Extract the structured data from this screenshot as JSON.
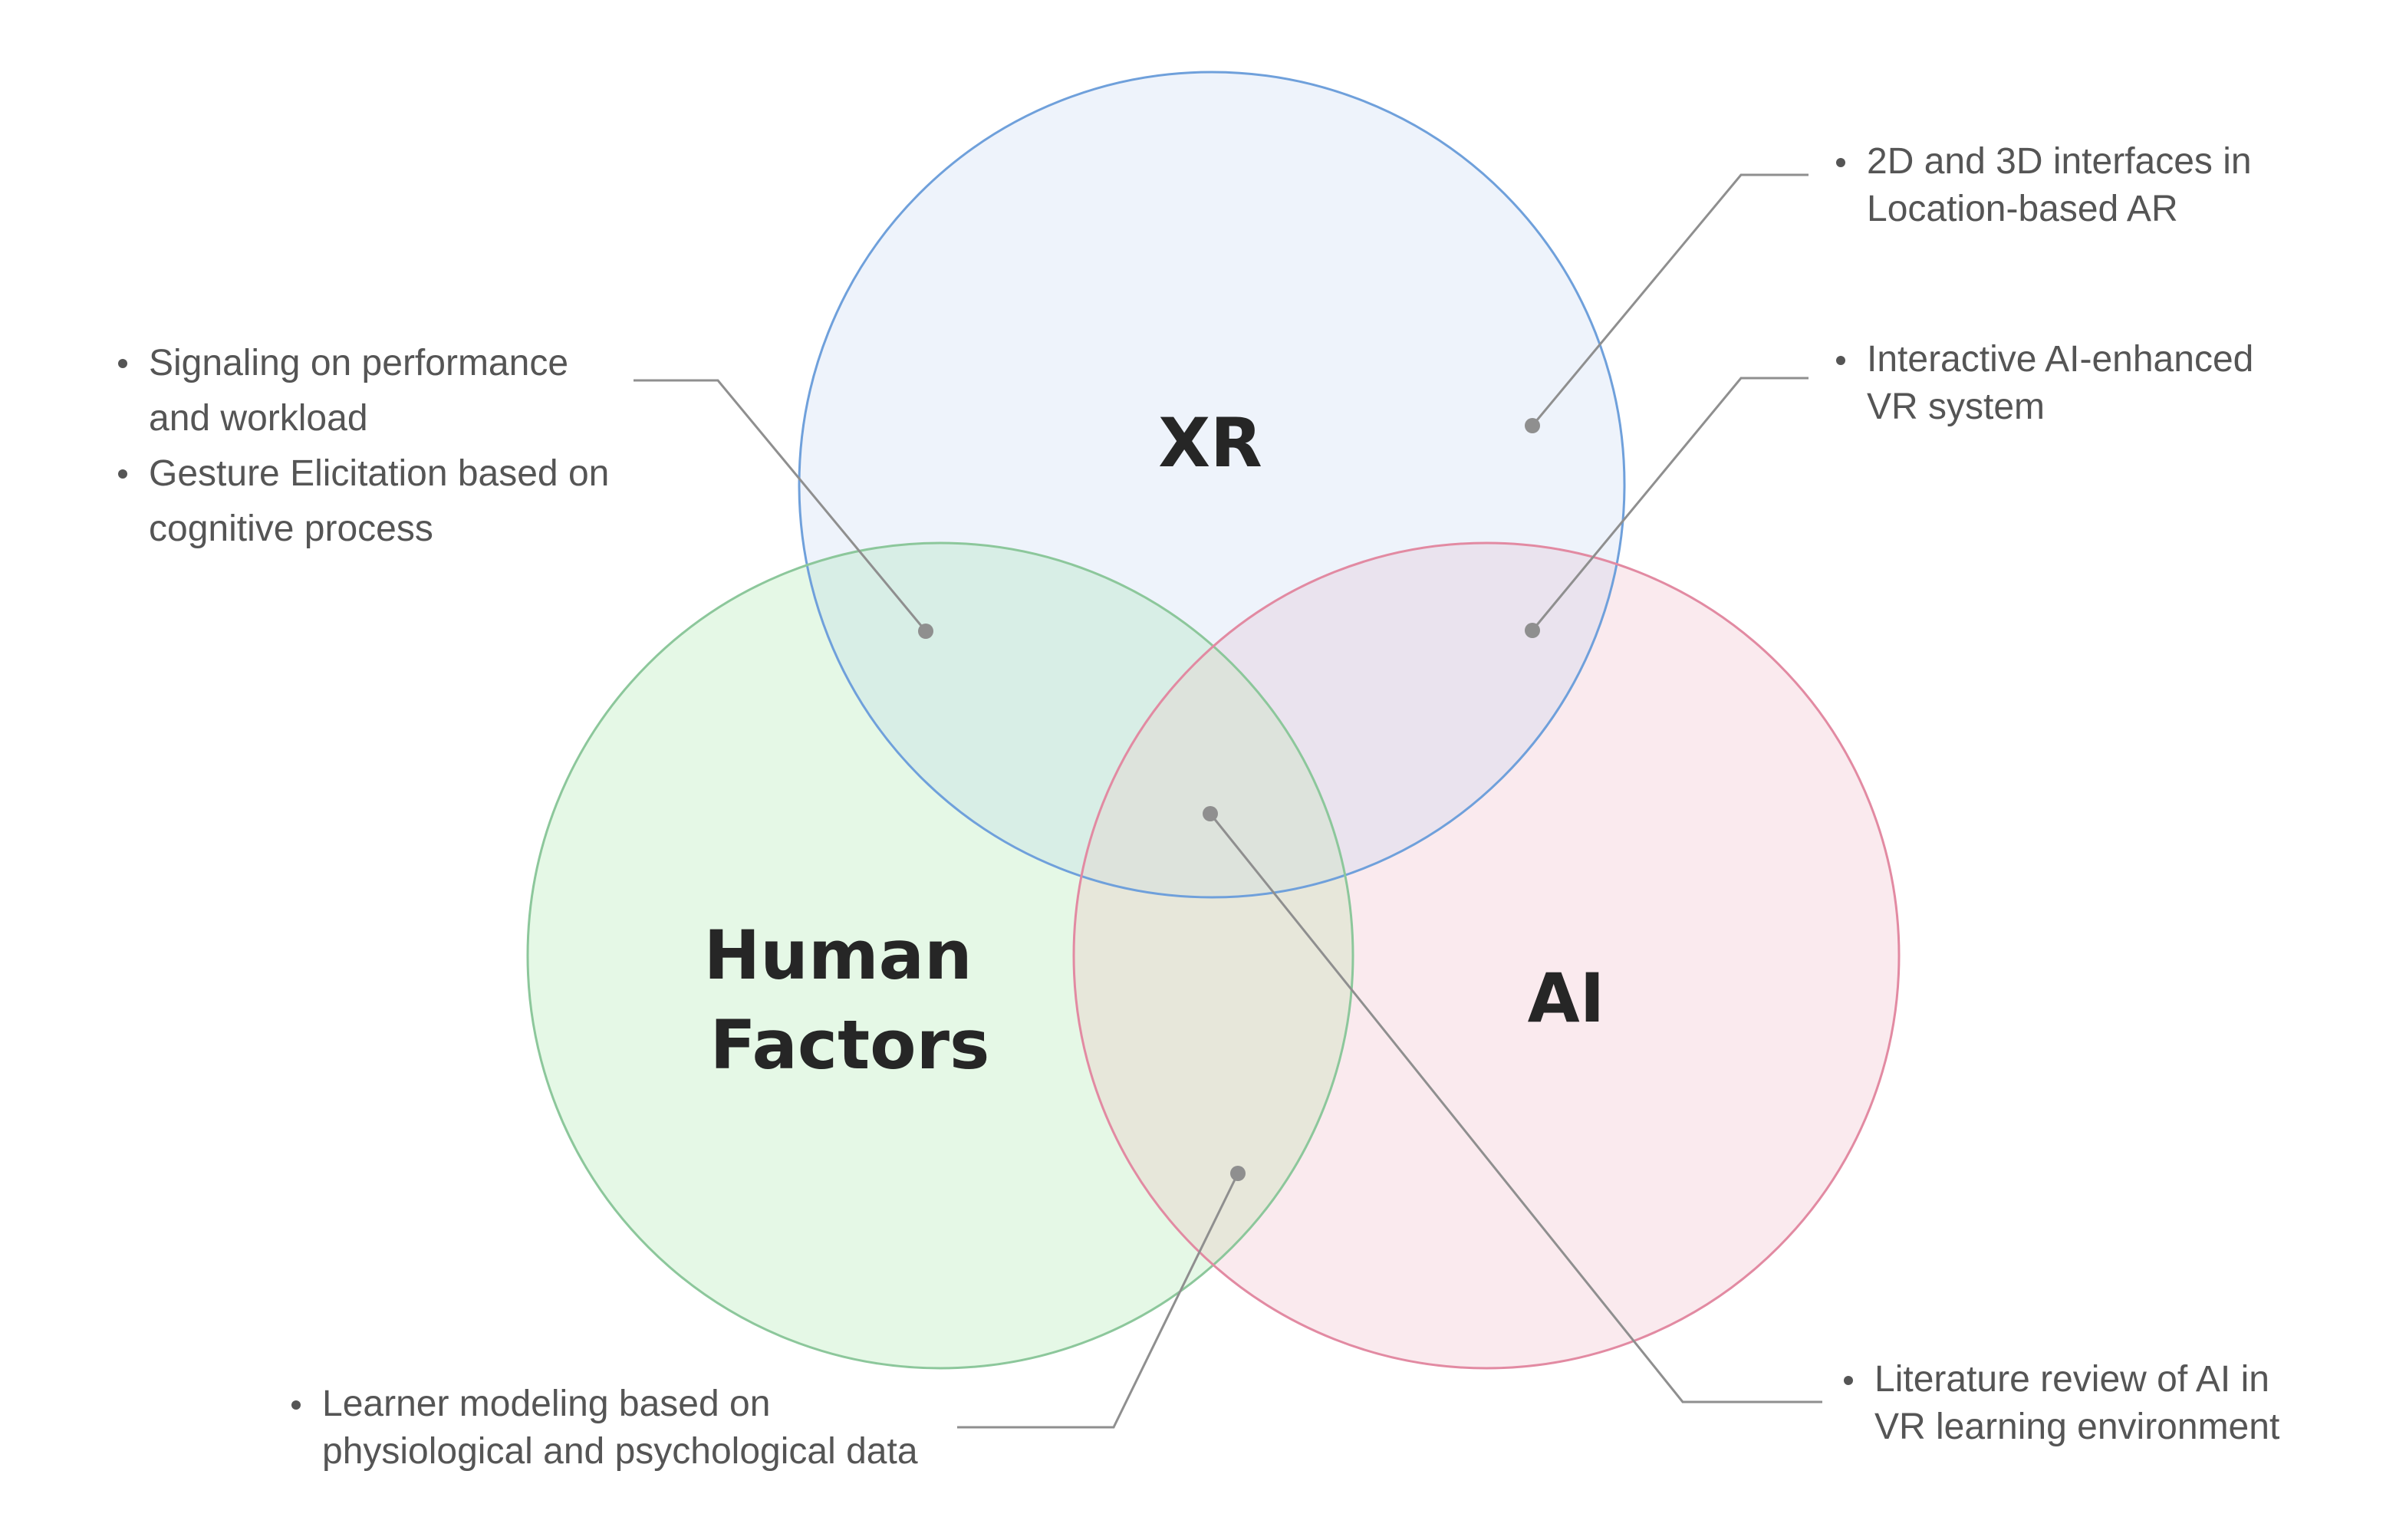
{
  "sets": {
    "xr": {
      "label": "XR",
      "stroke": "#6FA0DB",
      "fill": "#EEF3FB"
    },
    "human_factors": {
      "label_line1": "Human",
      "label_line2": "Factors",
      "stroke": "#8CC79B",
      "fill": "#E5F8E6"
    },
    "ai": {
      "label": "AI",
      "stroke": "#E28AA2",
      "fill": "#FAEAEE"
    }
  },
  "overlaps": {
    "xr_hf_fill": "#D8EEE6",
    "xr_ai_fill": "#EAE3EE",
    "hf_ai_fill": "#E7E7DA",
    "center_fill": "#DDE3DC"
  },
  "connector_color": "#8F8F8F",
  "annotations": {
    "xr_only": {
      "items": [
        {
          "line1": "2D and 3D interfaces in",
          "line2": "Location-based AR"
        }
      ]
    },
    "xr_ai": {
      "items": [
        {
          "line1": "Interactive AI-enhanced",
          "line2": "VR system"
        }
      ]
    },
    "xr_hf": {
      "items": [
        {
          "line1": "Signaling on performance",
          "line2": "and workload"
        },
        {
          "line1": "Gesture Elicitation based on",
          "line2": "cognitive process"
        }
      ]
    },
    "hf_ai": {
      "items": [
        {
          "line1": "Learner modeling based on",
          "line2": "physiological and psychological data"
        }
      ]
    },
    "all_three": {
      "items": [
        {
          "line1": "Literature review of AI in",
          "line2": "VR learning environment"
        }
      ]
    }
  }
}
